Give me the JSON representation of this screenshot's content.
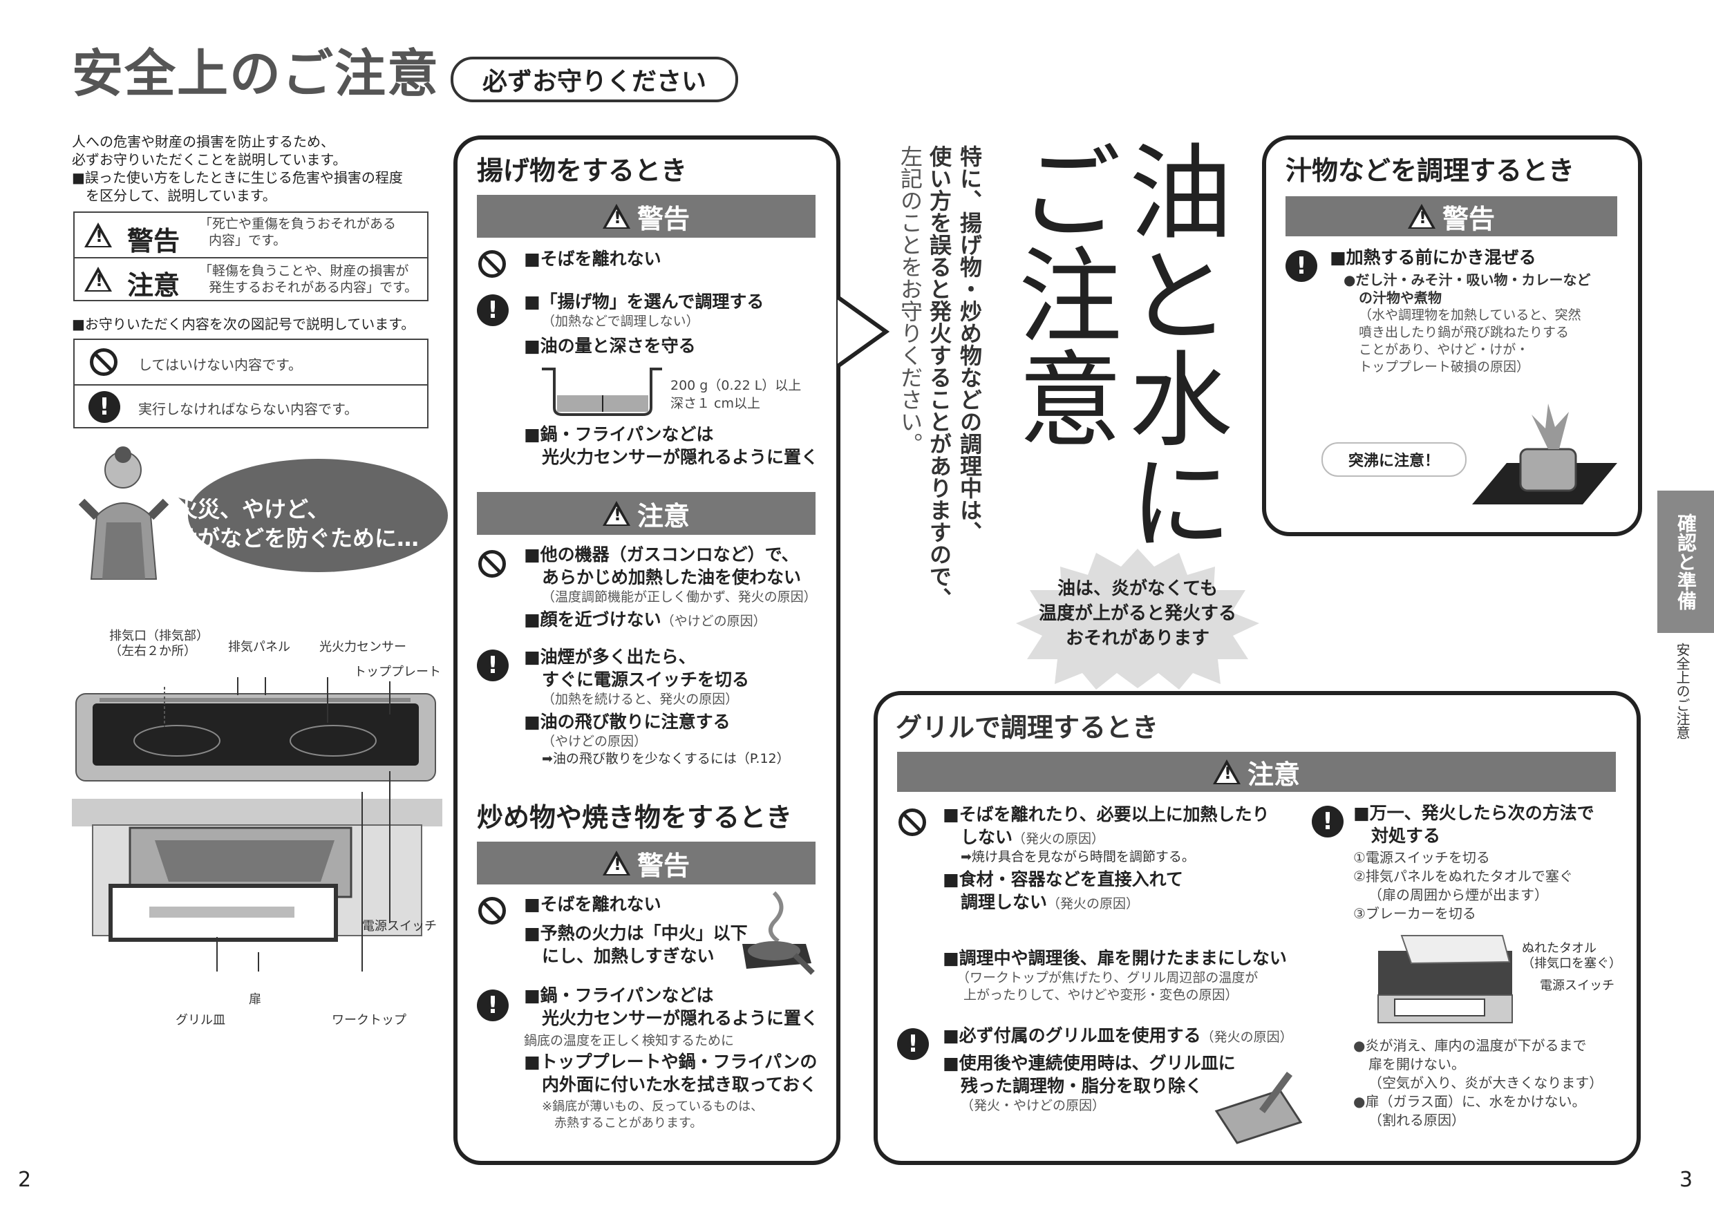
{
  "header": {
    "title": "安全上のご注意",
    "pill": "必ずお守りください"
  },
  "intro": {
    "line1": "人への危害や財産の損害を防止するため、",
    "line2": "必ずお守りいただくことを説明しています。",
    "line3": "■誤った使い方をしたときに生じる危害や損害の程度",
    "line4": "を区分して、説明しています。"
  },
  "legend1": {
    "warn_label": "警告",
    "warn_desc1": "「死亡や重傷を負うおそれがある",
    "warn_desc2": "内容」です。",
    "caution_label": "注意",
    "caution_desc1": "「軽傷を負うことや、財産の損害が",
    "caution_desc2": "発生するおそれがある内容」です。"
  },
  "legend2": {
    "heading": "■お守りいただく内容を次の図記号で説明しています。",
    "prohibit": "してはいけない内容です。",
    "must": "実行しなければならない内容です。"
  },
  "woman": {
    "bubble1": "火災、やけど、",
    "bubble2": "けがなどを防ぐために…"
  },
  "diagram": {
    "exhaust": "排気口（排気部）",
    "exhaust2": "（左右２か所）",
    "panel": "排気パネル",
    "sensor": "光火力センサー",
    "top": "トッププレート",
    "switch": "電源スイッチ",
    "door": "扉",
    "grill": "グリル皿",
    "worktop": "ワークトップ"
  },
  "fry": {
    "title": "揚げ物をするとき",
    "warn": "警告",
    "i1": "■そばを離れない",
    "i2": "■「揚げ物」を選んで調理する",
    "i2n": "（加熱などで調理しない）",
    "i3": "■油の量と深さを守る",
    "pot1": "200 g（0.22 L）以上",
    "pot2": "深さ１ cm以上",
    "i4a": "■鍋・フライパンなどは",
    "i4b": "光火力センサーが隠れるように置く",
    "caution": "注意",
    "c1a": "■他の機器（ガスコンロなど）で、",
    "c1b": "あらかじめ加熱した油を使わない",
    "c1n": "（温度調節機能が正しく働かず、発火の原因）",
    "c2": "■顔を近づけない",
    "c2n": "（やけどの原因）",
    "c3a": "■油煙が多く出たら、",
    "c3b": "すぐに電源スイッチを切る",
    "c3n": "（加熱を続けると、発火の原因）",
    "c4": "■油の飛び散りに注意する",
    "c4n": "（やけどの原因）",
    "c4r": "➡油の飛び散りを少なくするには（P.12）"
  },
  "stir": {
    "title": "炒め物や焼き物をするとき",
    "warn": "警告",
    "i1": "■そばを離れない",
    "i2a": "■予熱の火力は「中火」以下",
    "i2b": "にし、加熱しすぎない",
    "i3a": "■鍋・フライパンなどは",
    "i3b": "光火力センサーが隠れるように置く",
    "n1": "鍋底の温度を正しく検知するために",
    "i4a": "■トッププレートや鍋・フライパンの",
    "i4b": "内外面に付いた水を拭き取っておく",
    "n2a": "※鍋底が薄いもの、反っているものは、",
    "n2b": "赤熱することがあります。"
  },
  "center": {
    "big1": "油と水に",
    "big2": "ご注意",
    "v1": "特に、揚げ物・炒め物などの調理中は、",
    "v2": "使い方を誤ると発火することがありますので、",
    "v3": "左記のことをお守りください。",
    "burst1": "油は、炎がなくても",
    "burst2": "温度が上がると発火する",
    "burst3": "おそれがあります"
  },
  "soup": {
    "title": "汁物などを調理するとき",
    "warn": "警告",
    "i1": "■加熱する前にかき混ぜる",
    "s1a": "●だし汁・みそ汁・吸い物・カレーなど",
    "s1b": "の汁物や煮物",
    "n1": "（水や調理物を加熱していると、突然",
    "n2": "噴き出したり鍋が飛び跳ねたりする",
    "n3": "ことがあり、やけど・けが・",
    "n4": "トッププレート破損の原因）",
    "bump": "突沸に注意！"
  },
  "grillp": {
    "title": "グリルで調理するとき",
    "caution": "注意",
    "i1a": "■そばを離れたり、必要以上に加熱したり",
    "i1b": "しない",
    "i1n": "（発火の原因）",
    "i1r": "➡焼け具合を見ながら時間を調節する。",
    "i2a": "■食材・容器などを直接入れて",
    "i2b": "調理しない",
    "i2n": "（発火の原因）",
    "i3": "■調理中や調理後、扉を開けたままにしない",
    "i3n1": "（ワークトップが焦げたり、グリル周辺部の温度が",
    "i3n2": "上がったりして、やけどや変形・変色の原因）",
    "i4": "■必ず付属のグリル皿を使用する",
    "i4n": "（発火の原因）",
    "i5a": "■使用後や連続使用時は、グリル皿に",
    "i5b": "残った調理物・脂分を取り除く",
    "i5n": "（発火・やけどの原因）",
    "r1a": "■万一、発火したら次の方法で",
    "r1b": "対処する",
    "r2": "①電源スイッチを切る",
    "r3": "②排気パネルをぬれたタオルで塞ぐ",
    "r3n": "（扉の周囲から煙が出ます）",
    "r4": "③ブレーカーを切る",
    "towel1": "ぬれたタオル",
    "towel2": "（排気口を塞ぐ）",
    "sw": "電源スイッチ",
    "b1a": "●炎が消え、庫内の温度が下がるまで",
    "b1b": "扉を開けない。",
    "b1c": "（空気が入り、炎が大きくなります）",
    "b2a": "●扉（ガラス面）に、水をかけない。",
    "b2b": "（割れる原因）"
  },
  "side": {
    "tab": "確認と準備",
    "sub": "安全上のご注意"
  },
  "pages": {
    "left": "2",
    "right": "3"
  }
}
